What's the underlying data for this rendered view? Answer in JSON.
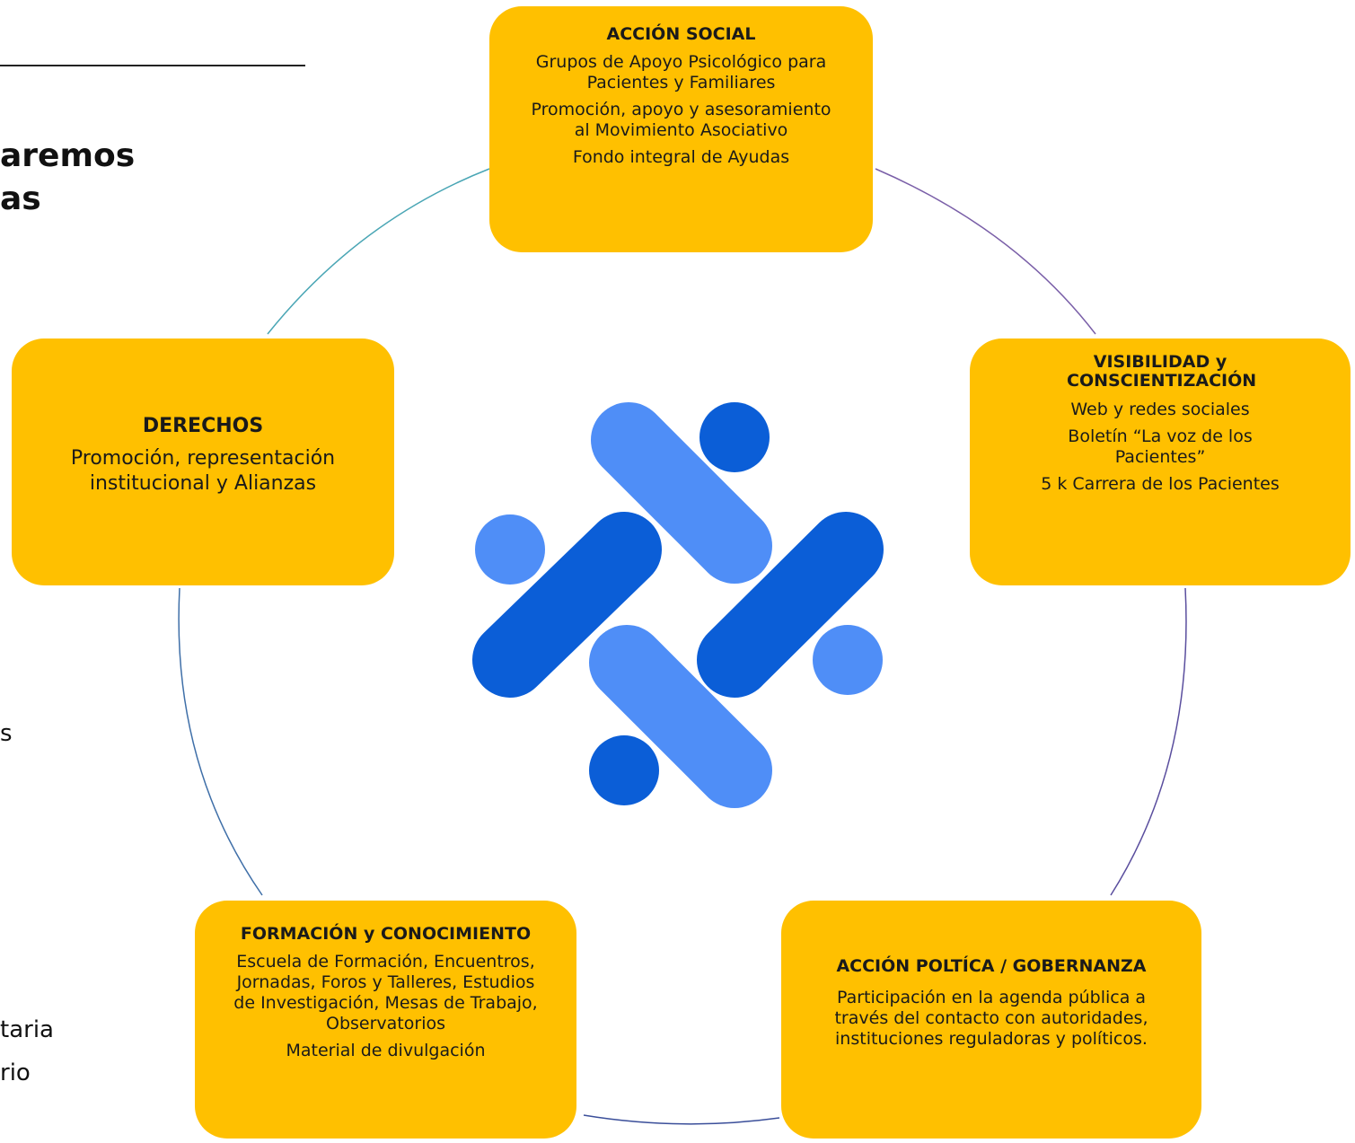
{
  "left": {
    "heading_line1": "aremos",
    "heading_line2": "as",
    "fragment_1": "s",
    "fragment_2": "taria",
    "fragment_3": "rio"
  },
  "boxes": {
    "accion_social": {
      "title": "ACCIÓN SOCIAL",
      "items": [
        "Grupos de Apoyo Psicológico para Pacientes y Familiares",
        "Promoción, apoyo y asesoramiento al Movimiento Asociativo",
        "Fondo integral de Ayudas"
      ]
    },
    "visibilidad": {
      "title": "VISIBILIDAD y CONSCIENTIZACIÓN",
      "items": [
        "Web y redes sociales",
        "Boletín “La voz de los Pacientes”",
        "5 k Carrera de los Pacientes"
      ]
    },
    "accion_politica": {
      "title": "ACCIÓN POLTÍCA / GOBERNANZA",
      "items": [
        "Participación en la agenda pública a través del contacto con autoridades, instituciones reguladoras y políticos."
      ]
    },
    "formacion": {
      "title": "FORMACIÓN y CONOCIMIENTO",
      "items": [
        "Escuela de Formación, Encuentros, Jornadas, Foros y Talleres, Estudios de Investigación, Mesas de Trabajo, Observatorios",
        "Material de divulgación"
      ]
    },
    "derechos": {
      "title": "DERECHOS",
      "items": [
        "Promoción, representación institucional y Alianzas"
      ]
    }
  },
  "colors": {
    "box_fill": "#ffc000",
    "logo_dark_blue": "#0b5ed7",
    "logo_light_blue": "#4f8ef7",
    "ring_teal": "#4aa6b5",
    "ring_purple": "#7a5fa8",
    "ring_navy": "#3b4f9a"
  },
  "logo_icon": "interlaced-blue-pills-logo"
}
